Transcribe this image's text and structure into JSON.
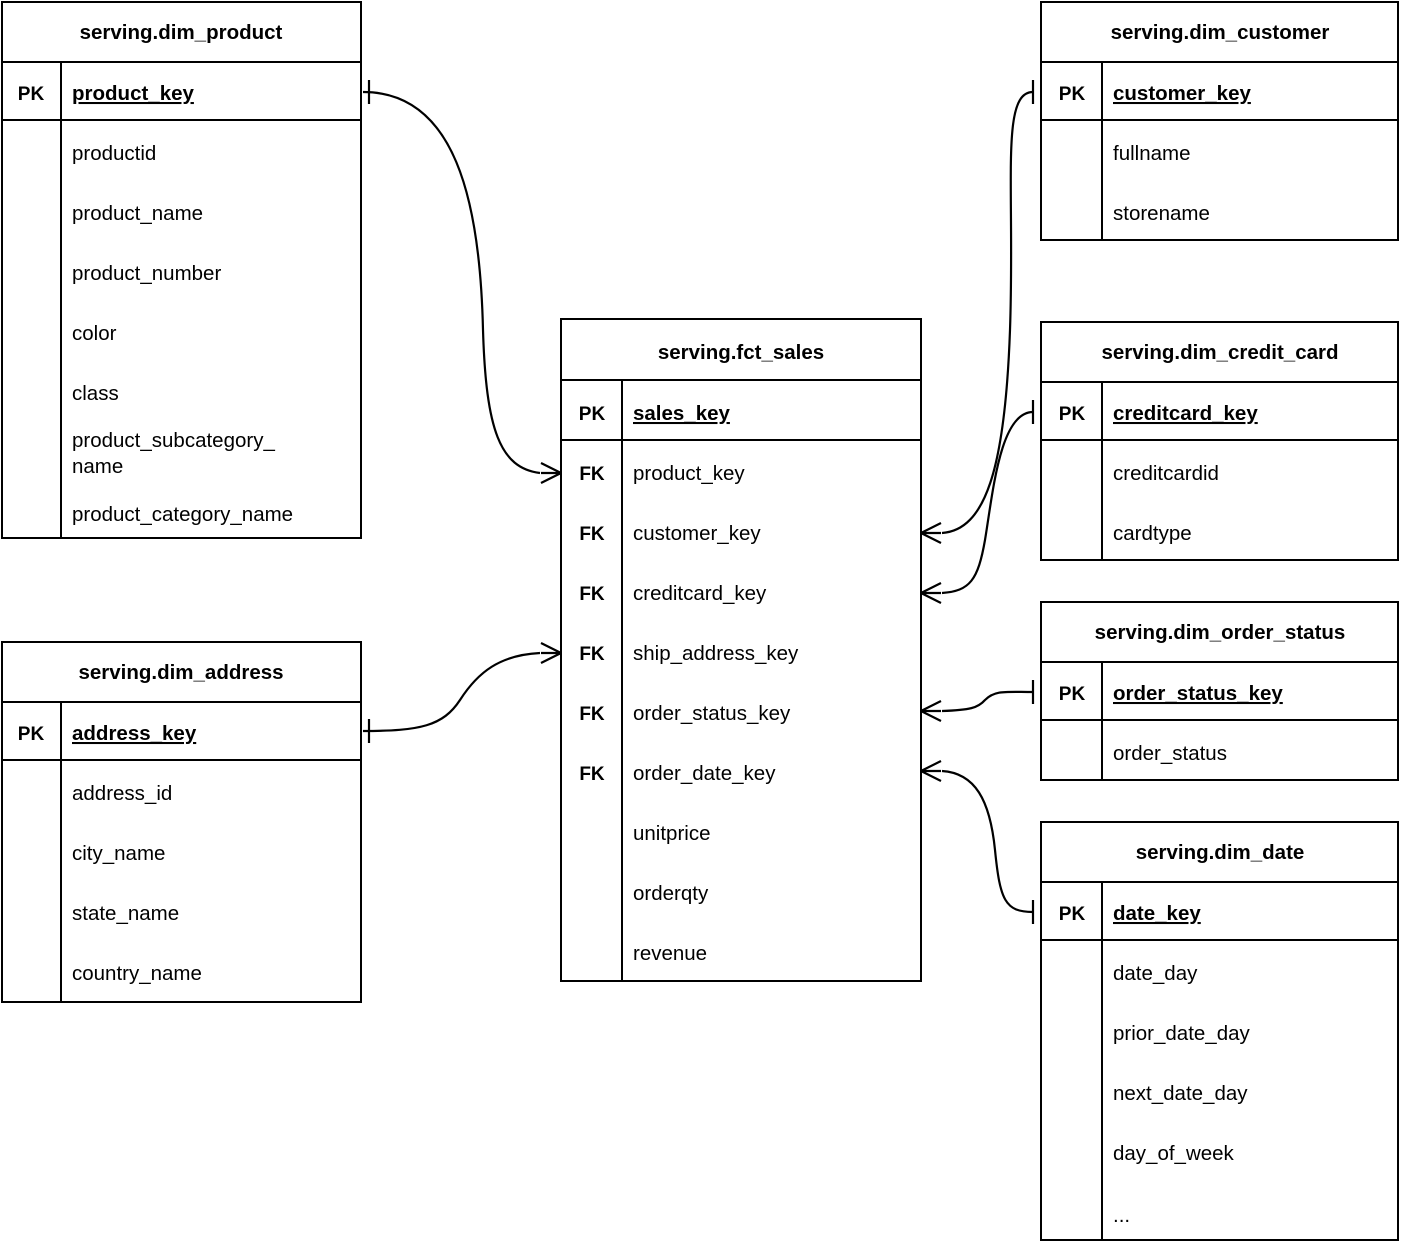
{
  "diagram": {
    "kind": "entity-relationship-diagram",
    "notation": "crow's foot",
    "background_color": "#ffffff",
    "line_color": "#000000",
    "pk_tag": "PK",
    "fk_tag": "FK"
  },
  "tables": [
    {
      "id": "dim_product",
      "title": "serving.dim_product",
      "pk": {
        "tag": "PK",
        "name": "product_key"
      },
      "columns": [
        {
          "tag": "",
          "name": "productid"
        },
        {
          "tag": "",
          "name": "product_name"
        },
        {
          "tag": "",
          "name": "product_number"
        },
        {
          "tag": "",
          "name": "color"
        },
        {
          "tag": "",
          "name": "class"
        },
        {
          "tag": "",
          "name": "product_subcategory_"
        },
        {
          "tag": "",
          "name": "name"
        },
        {
          "tag": "",
          "name": "product_category_name"
        }
      ]
    },
    {
      "id": "dim_address",
      "title": "serving.dim_address",
      "pk": {
        "tag": "PK",
        "name": "address_key"
      },
      "columns": [
        {
          "tag": "",
          "name": "address_id"
        },
        {
          "tag": "",
          "name": "city_name"
        },
        {
          "tag": "",
          "name": "state_name"
        },
        {
          "tag": "",
          "name": "country_name"
        }
      ]
    },
    {
      "id": "fct_sales",
      "title": "serving.fct_sales",
      "pk": {
        "tag": "PK",
        "name": "sales_key"
      },
      "columns": [
        {
          "tag": "FK",
          "name": "product_key"
        },
        {
          "tag": "FK",
          "name": "customer_key"
        },
        {
          "tag": "FK",
          "name": "creditcard_key"
        },
        {
          "tag": "FK",
          "name": "ship_address_key"
        },
        {
          "tag": "FK",
          "name": "order_status_key"
        },
        {
          "tag": "FK",
          "name": "order_date_key"
        },
        {
          "tag": "",
          "name": "unitprice"
        },
        {
          "tag": "",
          "name": "orderqty"
        },
        {
          "tag": "",
          "name": "revenue"
        }
      ]
    },
    {
      "id": "dim_customer",
      "title": "serving.dim_customer",
      "pk": {
        "tag": "PK",
        "name": "customer_key"
      },
      "columns": [
        {
          "tag": "",
          "name": "fullname"
        },
        {
          "tag": "",
          "name": "storename"
        }
      ]
    },
    {
      "id": "dim_credit_card",
      "title": "serving.dim_credit_card",
      "pk": {
        "tag": "PK",
        "name": "creditcard_key"
      },
      "columns": [
        {
          "tag": "",
          "name": "creditcardid"
        },
        {
          "tag": "",
          "name": "cardtype"
        }
      ]
    },
    {
      "id": "dim_order_status",
      "title": "serving.dim_order_status",
      "pk": {
        "tag": "PK",
        "name": "order_status_key"
      },
      "columns": [
        {
          "tag": "",
          "name": "order_status"
        }
      ]
    },
    {
      "id": "dim_date",
      "title": "serving.dim_date",
      "pk": {
        "tag": "PK",
        "name": "date_key"
      },
      "columns": [
        {
          "tag": "",
          "name": "date_day"
        },
        {
          "tag": "",
          "name": "prior_date_day"
        },
        {
          "tag": "",
          "name": "next_date_day"
        },
        {
          "tag": "",
          "name": "day_of_week"
        },
        {
          "tag": "",
          "name": "..."
        }
      ]
    }
  ],
  "relationships": [
    {
      "id": "rel-product-sales",
      "from_table": "dim_product",
      "from_column": "product_key",
      "from_cardinality": "one",
      "to_table": "fct_sales",
      "to_column": "product_key",
      "to_cardinality": "many"
    },
    {
      "id": "rel-address-sales",
      "from_table": "dim_address",
      "from_column": "address_key",
      "from_cardinality": "one",
      "to_table": "fct_sales",
      "to_column": "ship_address_key",
      "to_cardinality": "many"
    },
    {
      "id": "rel-sales-customer",
      "from_table": "fct_sales",
      "from_column": "customer_key",
      "from_cardinality": "many",
      "to_table": "dim_customer",
      "to_column": "customer_key",
      "to_cardinality": "one"
    },
    {
      "id": "rel-sales-credit-card",
      "from_table": "fct_sales",
      "from_column": "creditcard_key",
      "from_cardinality": "many",
      "to_table": "dim_credit_card",
      "to_column": "creditcard_key",
      "to_cardinality": "one"
    },
    {
      "id": "rel-sales-order-status",
      "from_table": "fct_sales",
      "from_column": "order_status_key",
      "from_cardinality": "many",
      "to_table": "dim_order_status",
      "to_column": "order_status_key",
      "to_cardinality": "one"
    },
    {
      "id": "rel-sales-date",
      "from_table": "fct_sales",
      "from_column": "order_date_key",
      "from_cardinality": "many",
      "to_table": "dim_date",
      "to_column": "date_key",
      "to_cardinality": "one"
    }
  ]
}
